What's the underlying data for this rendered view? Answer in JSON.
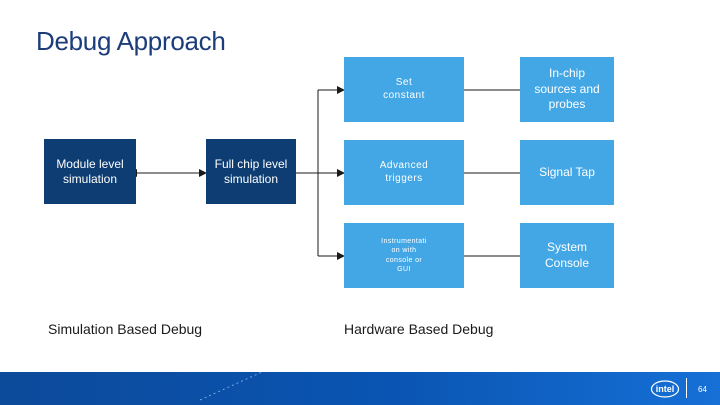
{
  "title": "Debug Approach",
  "simulation": {
    "module_level": "Module level simulation",
    "full_chip": "Full chip level simulation",
    "caption": "Simulation Based Debug"
  },
  "hardware": {
    "set_constant": "Set constant",
    "advanced_triggers": "Advanced triggers",
    "instrumentation": "Instrumentati on with console or GUI",
    "in_chip_sources": "In-chip sources and probes",
    "signal_tap": "Signal Tap",
    "system_console": "System Console",
    "caption": "Hardware Based Debug"
  },
  "footer": {
    "page_number": "64",
    "logo_text": "intel"
  },
  "colors": {
    "dark_box": "#0d3d73",
    "light_box": "#43a7e6",
    "footer": "#0a55b3"
  }
}
